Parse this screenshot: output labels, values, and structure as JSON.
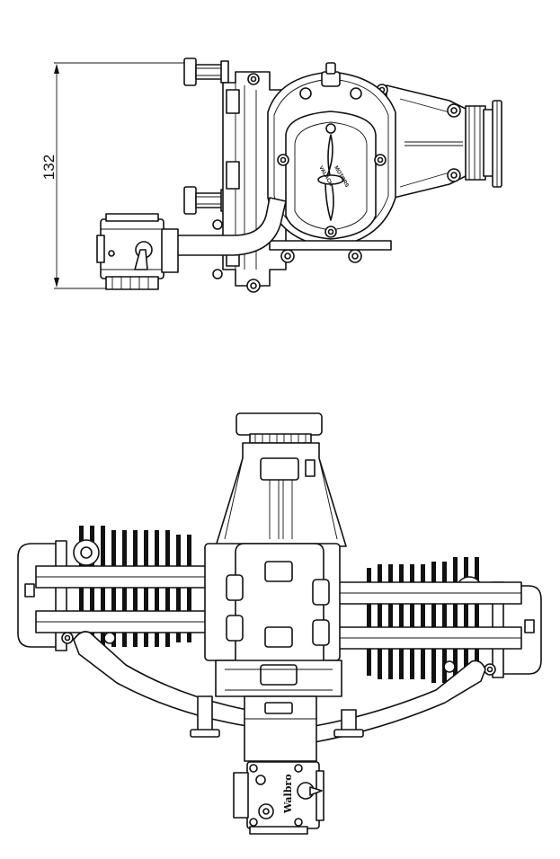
{
  "drawing": {
    "dimension_label": "132",
    "brand_mark_top": "VALACH MOTORS",
    "brand_mark_top_line1": "VALACH",
    "brand_mark_top_line2": "MOTORS",
    "brand_mark_bottom": "Walbro",
    "views": [
      "side-view",
      "top-view"
    ]
  }
}
